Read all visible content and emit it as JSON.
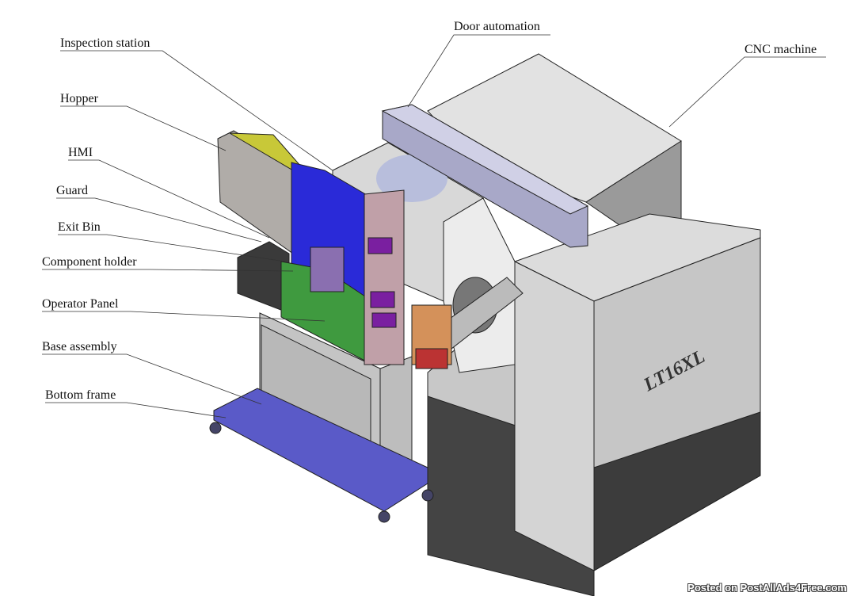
{
  "labels": {
    "inspection_station": "Inspection station",
    "hopper": "Hopper",
    "hmi": "HMI",
    "guard": "Guard",
    "exit_bin": "Exit Bin",
    "component_holder": "Component holder",
    "operator_panel": "Operator Panel",
    "base_assembly": "Base assembly",
    "bottom_frame": "Bottom frame",
    "door_automation": "Door automation",
    "cnc_machine": "CNC machine"
  },
  "model_marking": "LT16XL",
  "watermark": "Posted on PostAllAds4Free.com",
  "colors": {
    "blue": "#2a2ad8",
    "green": "#3f9a3f",
    "purple": "#7a1fa0",
    "frame": "#5a5ac8",
    "body": "#cfcfcf"
  }
}
